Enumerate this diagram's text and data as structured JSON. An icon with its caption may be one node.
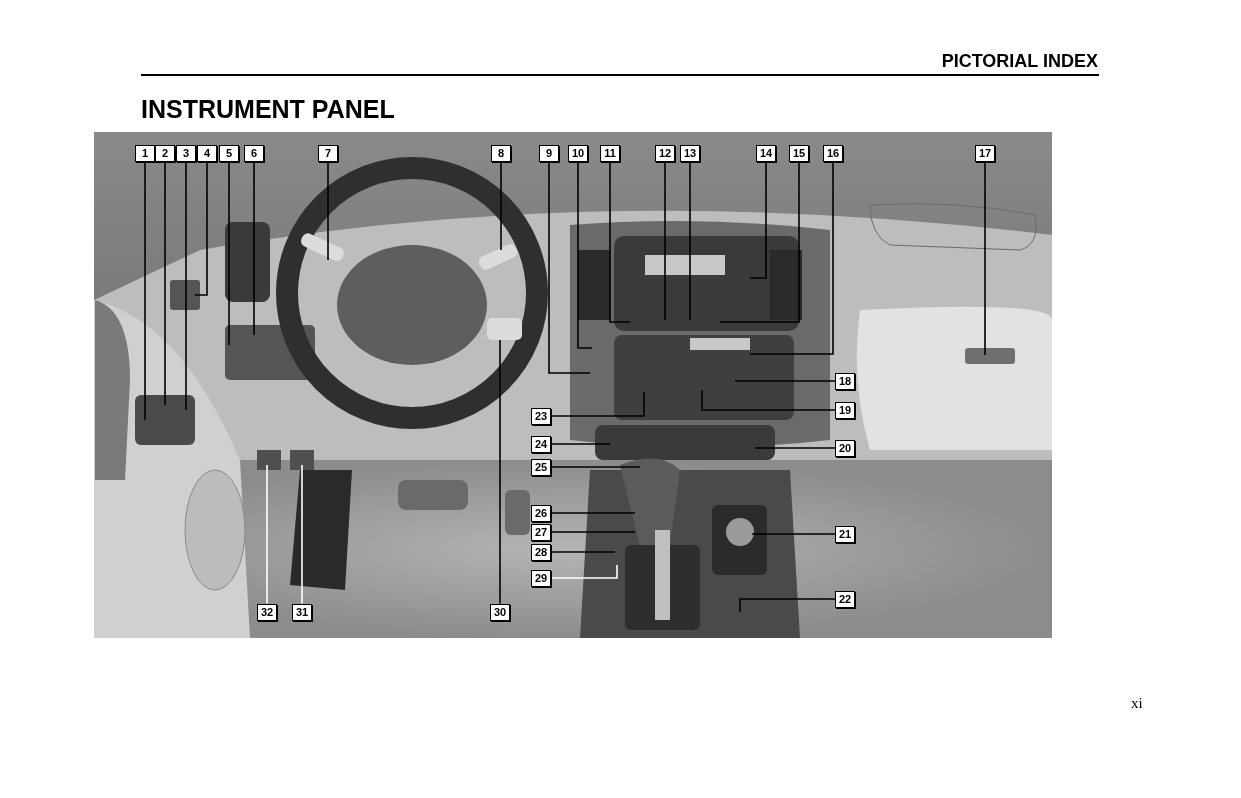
{
  "diagram": {
    "title": "INSTRUMENT PANEL",
    "nodes": [
      {
        "text": [
          "1"
        ]
      },
      {
        "text": [
          "2"
        ]
      },
      {
        "text": [
          "3"
        ]
      },
      {
        "text": [
          "4"
        ]
      },
      {
        "text": [
          "5"
        ]
      },
      {
        "text": [
          "6"
        ]
      },
      {
        "text": [
          "7"
        ]
      },
      {
        "text": [
          "8"
        ]
      },
      {
        "text": [
          "9"
        ]
      },
      {
        "text": [
          "10"
        ]
      },
      {
        "text": [
          "11"
        ]
      },
      {
        "text": [
          "12"
        ]
      },
      {
        "text": [
          "13"
        ]
      },
      {
        "text": [
          "14"
        ]
      },
      {
        "text": [
          "15"
        ]
      },
      {
        "text": [
          "16"
        ]
      },
      {
        "text": [
          "17"
        ]
      },
      {
        "text": [
          "18"
        ]
      },
      {
        "text": [
          "19"
        ]
      },
      {
        "text": [
          "20"
        ]
      },
      {
        "text": [
          "21"
        ]
      },
      {
        "text": [
          "22"
        ]
      },
      {
        "text": [
          "23"
        ]
      },
      {
        "text": [
          "24"
        ]
      },
      {
        "text": [
          "25"
        ]
      },
      {
        "text": [
          "26"
        ]
      },
      {
        "text": [
          "27"
        ]
      },
      {
        "text": [
          "28"
        ]
      },
      {
        "text": [
          "29"
        ]
      },
      {
        "text": [
          "30"
        ]
      },
      {
        "text": [
          "31"
        ]
      },
      {
        "text": [
          "32"
        ]
      }
    ],
    "edges": [
      {
        "from": 0,
        "to": null,
        "arrow": "none"
      },
      {
        "from": 1,
        "to": null,
        "arrow": "none"
      },
      {
        "from": 2,
        "to": null,
        "arrow": "none"
      },
      {
        "from": 3,
        "to": null,
        "arrow": "none"
      },
      {
        "from": 4,
        "to": null,
        "arrow": "none"
      },
      {
        "from": 5,
        "to": null,
        "arrow": "none"
      },
      {
        "from": 6,
        "to": null,
        "arrow": "none"
      },
      {
        "from": 7,
        "to": null,
        "arrow": "none"
      },
      {
        "from": 8,
        "to": null,
        "arrow": "none"
      },
      {
        "from": 9,
        "to": null,
        "arrow": "none"
      },
      {
        "from": 10,
        "to": null,
        "arrow": "none"
      },
      {
        "from": 11,
        "to": null,
        "arrow": "none"
      },
      {
        "from": 12,
        "to": null,
        "arrow": "none"
      },
      {
        "from": 13,
        "to": null,
        "arrow": "none"
      },
      {
        "from": 14,
        "to": null,
        "arrow": "none"
      },
      {
        "from": 15,
        "to": null,
        "arrow": "none"
      },
      {
        "from": 16,
        "to": null,
        "arrow": "none"
      },
      {
        "from": 17,
        "to": null,
        "arrow": "none"
      },
      {
        "from": 18,
        "to": null,
        "arrow": "none"
      },
      {
        "from": 19,
        "to": null,
        "arrow": "none"
      },
      {
        "from": 20,
        "to": null,
        "arrow": "none"
      },
      {
        "from": 21,
        "to": null,
        "arrow": "none"
      },
      {
        "from": 22,
        "to": null,
        "arrow": "none"
      },
      {
        "from": 23,
        "to": null,
        "arrow": "none"
      },
      {
        "from": 24,
        "to": null,
        "arrow": "none"
      },
      {
        "from": 25,
        "to": null,
        "arrow": "none"
      },
      {
        "from": 26,
        "to": null,
        "arrow": "none"
      },
      {
        "from": 27,
        "to": null,
        "arrow": "none"
      },
      {
        "from": 28,
        "to": null,
        "arrow": "none",
        "color": "#ffffff"
      },
      {
        "from": 29,
        "to": null,
        "arrow": "none"
      },
      {
        "from": 30,
        "to": null,
        "arrow": "none",
        "color": "#ffffff"
      },
      {
        "from": 31,
        "to": null,
        "arrow": "none",
        "color": "#ffffff"
      }
    ],
    "labels": [
      "PICTORIAL INDEX",
      "xi"
    ]
  }
}
